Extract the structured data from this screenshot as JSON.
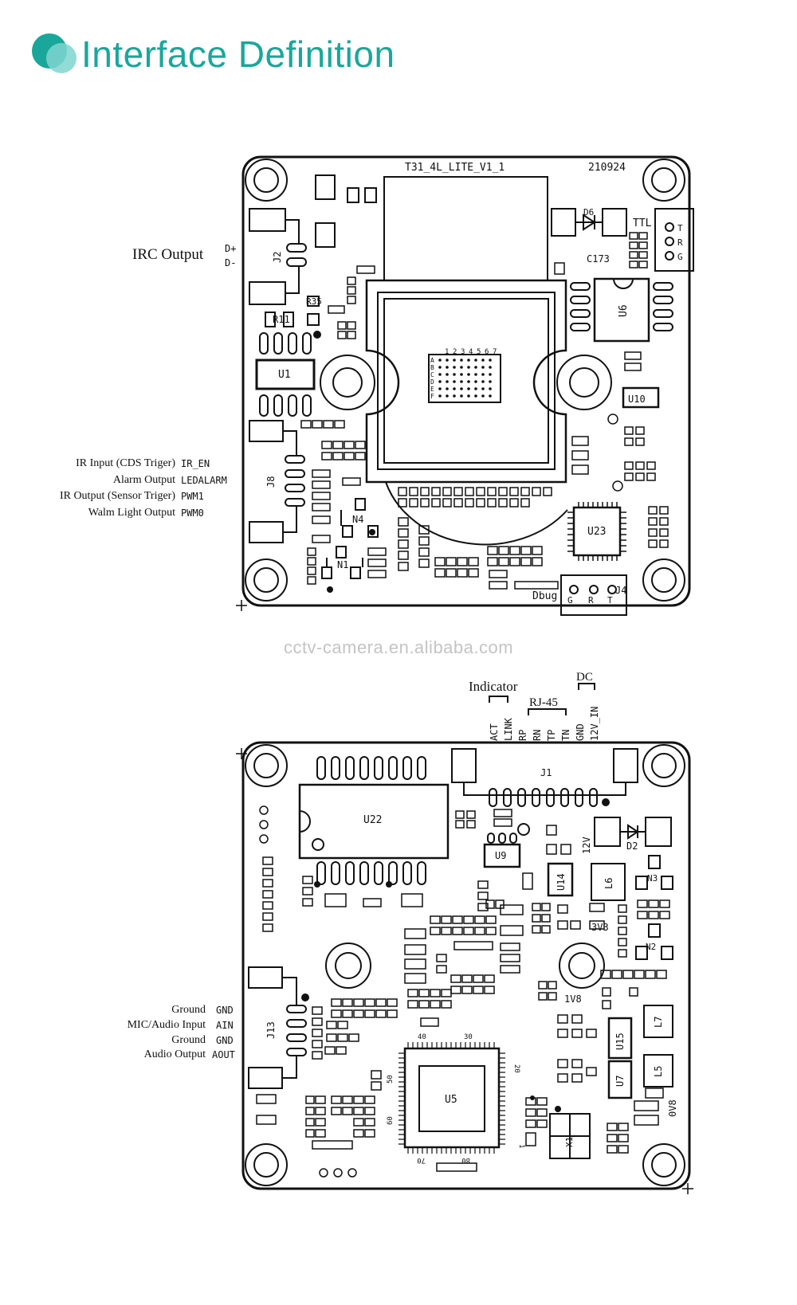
{
  "title": "Interface Definition",
  "watermark": "cctv-camera.en.alibaba.com",
  "colors": {
    "accent": "#19a79b",
    "accent_light": "#7fd6d0"
  },
  "board1": {
    "silk_name": "T31_4L_LITE_V1_1",
    "silk_date": "210924",
    "ttl_label": "TTL",
    "ttl_pins": [
      "T",
      "R",
      "G"
    ],
    "irc": {
      "label": "IRC Output",
      "pins": [
        "D+",
        "D-"
      ],
      "connector": "J2"
    },
    "j8": {
      "connector": "J8",
      "rows": [
        {
          "desc": "IR Input (CDS Triger)",
          "pin": "IR_EN"
        },
        {
          "desc": "Alarm Output",
          "pin": "LEDALARM"
        },
        {
          "desc": "IR Output (Sensor Triger)",
          "pin": "PWM1"
        },
        {
          "desc": "Walm Light Output",
          "pin": "PWM0"
        }
      ]
    },
    "chips": [
      "U1",
      "U6",
      "U10",
      "U23",
      "N4",
      "N1",
      "D6",
      "C173",
      "R11",
      "R35"
    ],
    "debug": {
      "label": "Dbug",
      "connector": "J4",
      "pins": [
        "G",
        "R",
        "T"
      ]
    },
    "bga_cols": [
      "1",
      "2",
      "3",
      "4",
      "5",
      "6",
      "7"
    ],
    "bga_rows": [
      "A",
      "B",
      "C",
      "D",
      "E",
      "F"
    ]
  },
  "board2": {
    "headers": {
      "indicator": "Indicator",
      "rj45": "RJ-45",
      "dc": "DC",
      "pins": [
        "ACT",
        "LINK",
        "RP",
        "RN",
        "TP",
        "TN",
        "GND",
        "12V_IN"
      ]
    },
    "connector_j1": "J1",
    "j13": {
      "connector": "J13",
      "rows": [
        {
          "desc": "Ground",
          "pin": "GND"
        },
        {
          "desc": "MIC/Audio Input",
          "pin": "AIN"
        },
        {
          "desc": "Ground",
          "pin": "GND"
        },
        {
          "desc": "Audio Output",
          "pin": "AOUT"
        }
      ]
    },
    "chips": [
      "U22",
      "U9",
      "U14",
      "L6",
      "D2",
      "N3",
      "N2",
      "U15",
      "U7",
      "L7",
      "L5",
      "U5",
      "X1"
    ],
    "rails": [
      "12V",
      "3V3",
      "1V8",
      "0V8"
    ],
    "u5_ticks": [
      "40",
      "30",
      "20",
      "50",
      "60",
      "70",
      "80",
      "1"
    ]
  }
}
